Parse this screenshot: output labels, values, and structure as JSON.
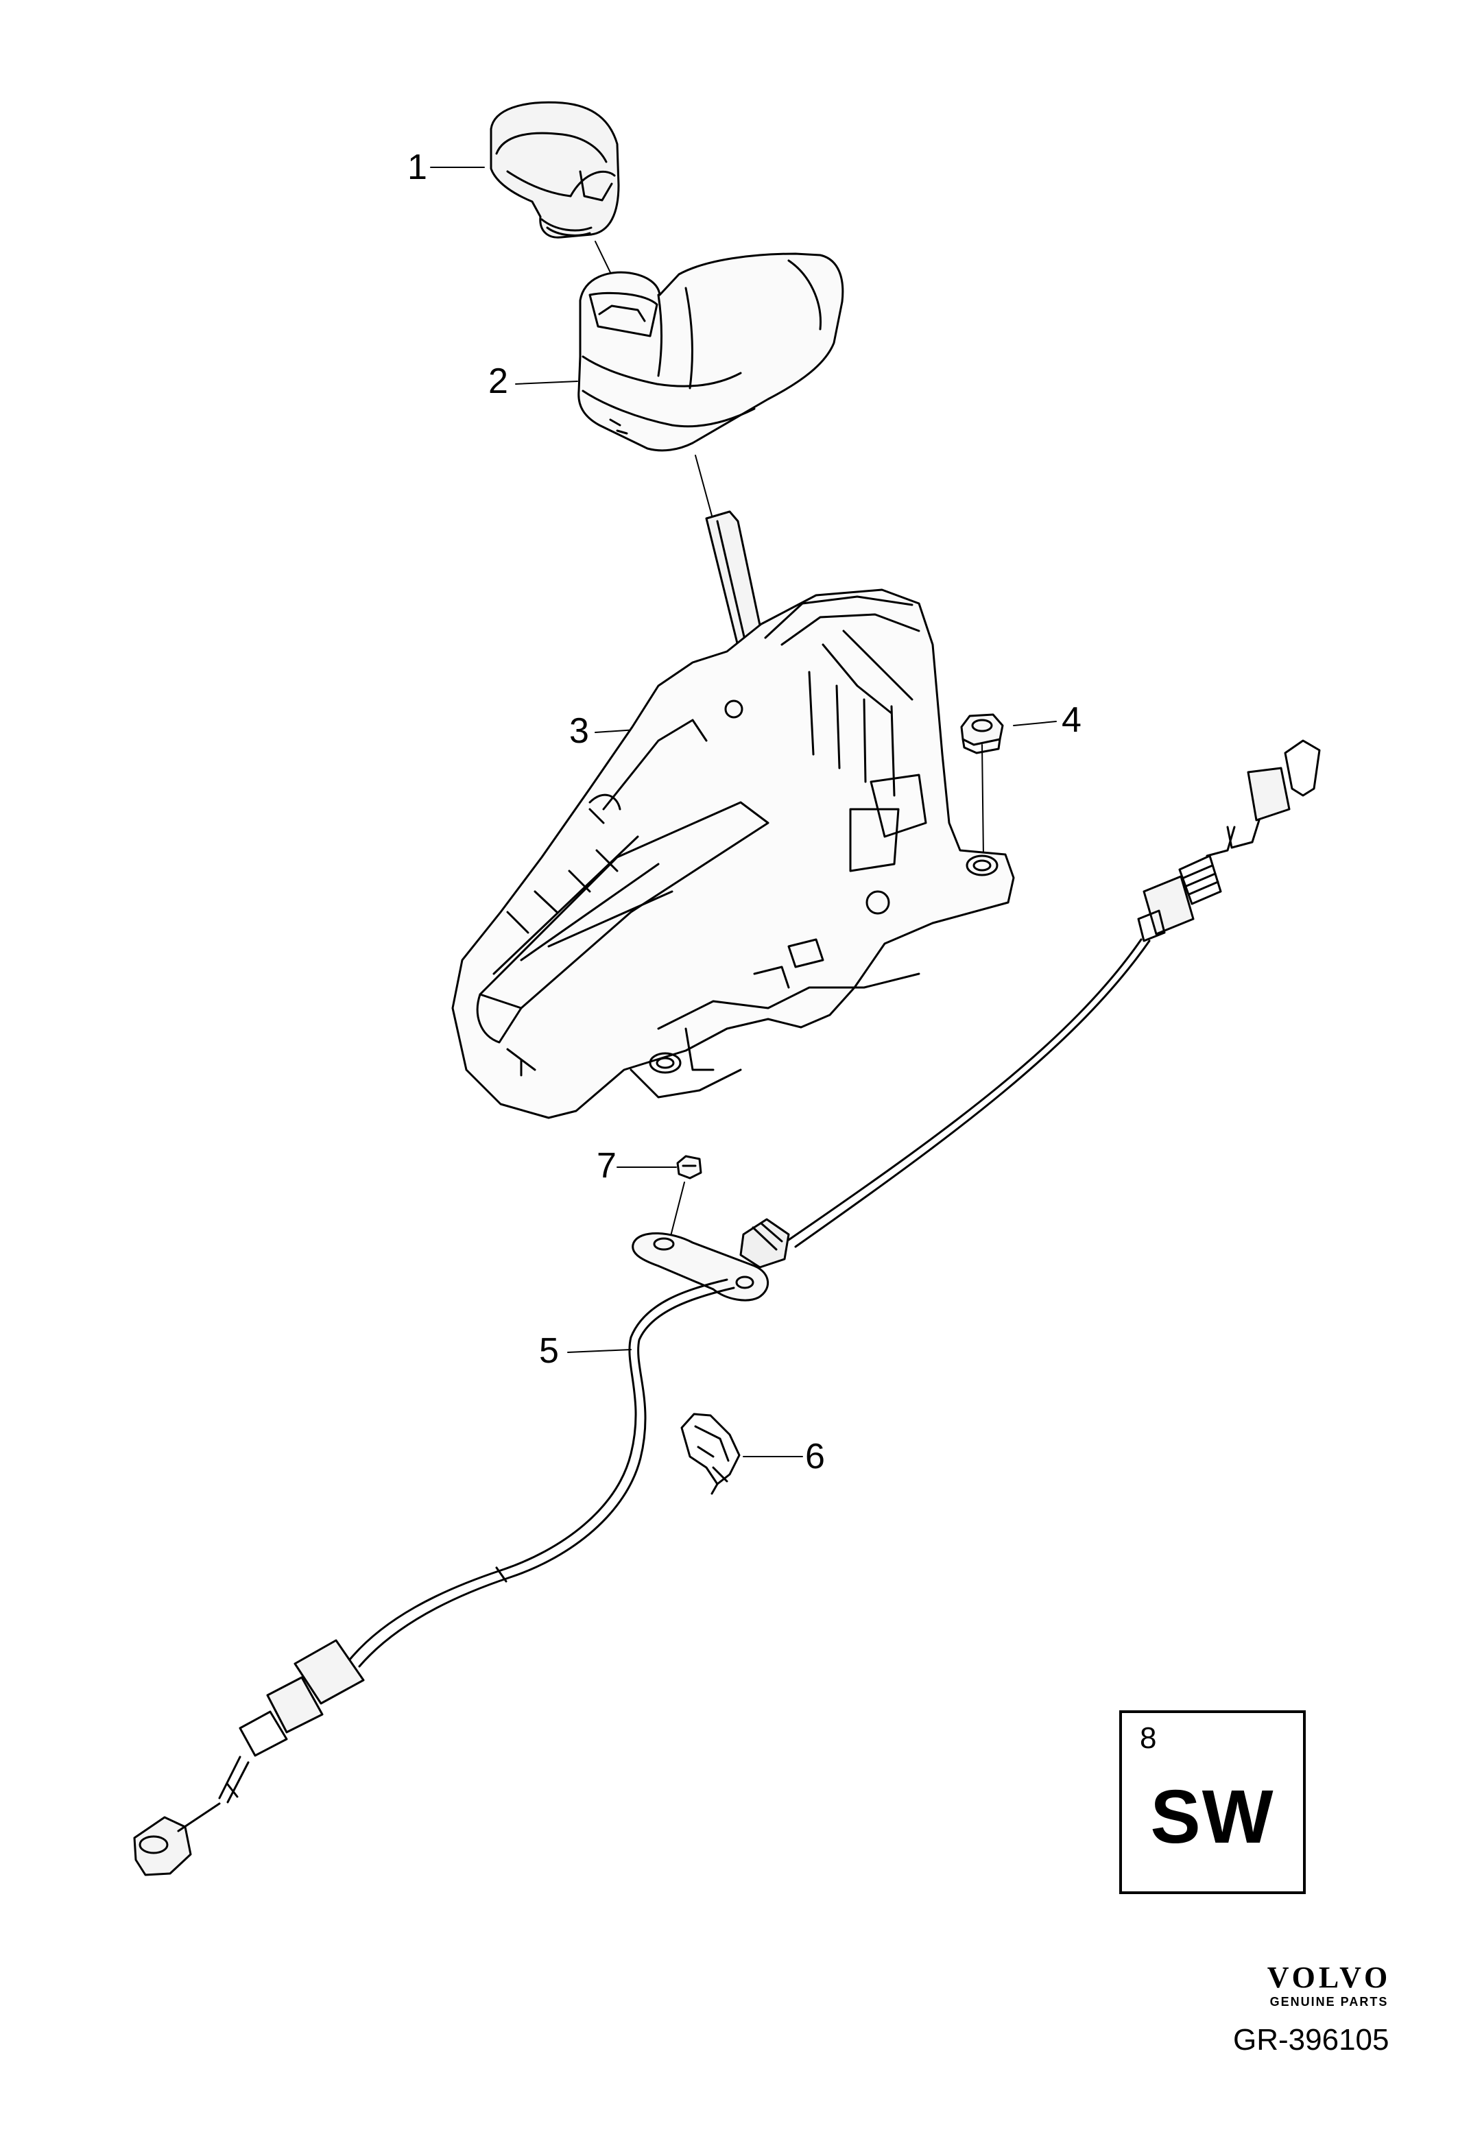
{
  "callouts": [
    {
      "id": "1",
      "label": "1"
    },
    {
      "id": "2",
      "label": "2"
    },
    {
      "id": "3",
      "label": "3"
    },
    {
      "id": "4",
      "label": "4"
    },
    {
      "id": "5",
      "label": "5"
    },
    {
      "id": "6",
      "label": "6"
    },
    {
      "id": "7",
      "label": "7"
    }
  ],
  "sw_box": {
    "number": "8",
    "code": "SW"
  },
  "brand": {
    "name": "VOLVO",
    "subtitle": "GENUINE PARTS"
  },
  "reference": "GR-396105"
}
